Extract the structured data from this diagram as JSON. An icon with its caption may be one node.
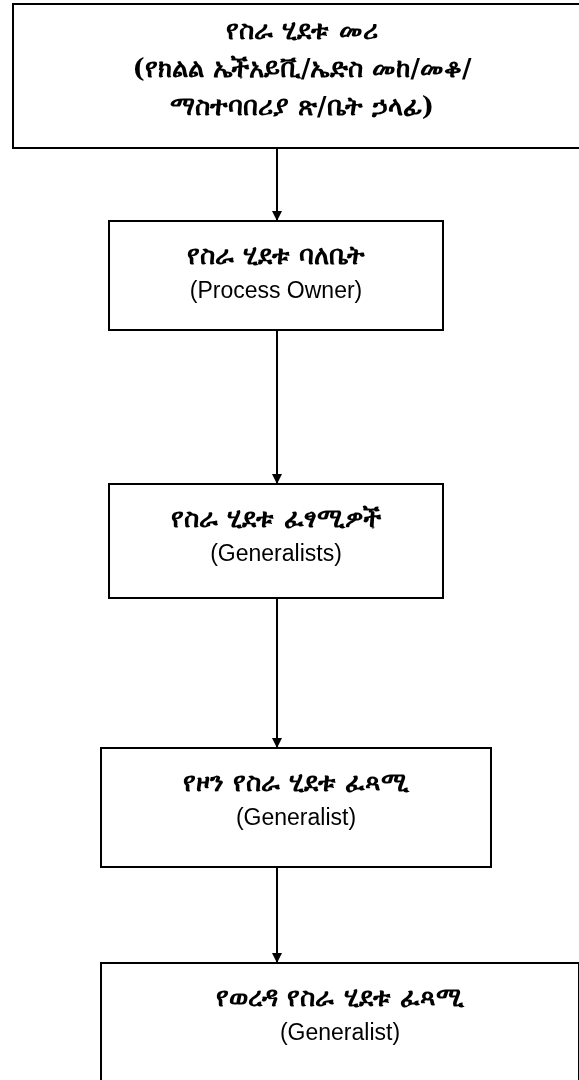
{
  "diagram": {
    "nodes": [
      {
        "text": [
          "የስራ ሂደቱ መሪ",
          "(የክልል ኤችአይቪ/ኤድስ መከ/መቆ/ ማስተባበሪያ ጽ/ቤት ኃላፊ)"
        ]
      },
      {
        "text": [
          "የስራ ሂደቱ ባለቤት",
          "(Process Owner)"
        ]
      },
      {
        "text": [
          "የስራ ሂደቱ ፈፃሚዎች",
          "(Generalists)"
        ]
      },
      {
        "text": [
          "የዞን የስራ ሂደቱ ፈጻሚ",
          "(Generalist)"
        ]
      },
      {
        "text": [
          "የወረዳ የስራ ሂደቱ ፈጻሚ",
          "(Generalist)"
        ]
      }
    ],
    "edges": [
      {
        "from": 0,
        "to": 1,
        "arrow": "to"
      },
      {
        "from": 1,
        "to": 2,
        "arrow": "to"
      },
      {
        "from": 2,
        "to": 3,
        "arrow": "to"
      },
      {
        "from": 3,
        "to": 4,
        "arrow": "to"
      }
    ]
  }
}
